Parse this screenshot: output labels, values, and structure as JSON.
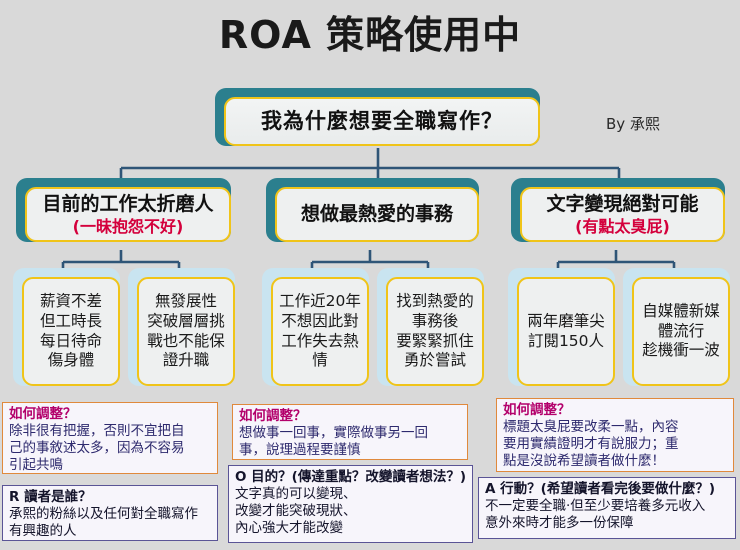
{
  "page": {
    "title": "ROA 策略使用中",
    "byline": "By 承熙",
    "background_color": "#d9d9d9",
    "accent_gold": "#f0c419",
    "accent_teal": "#2b7f8e",
    "accent_lightblue": "#c9e4f0",
    "connector_color": "#2f5577"
  },
  "root": {
    "text": "我為什麼想要全職寫作？"
  },
  "branches": [
    {
      "title": "目前的工作太折磨人",
      "subtitle": "(一昧抱怨不好)"
    },
    {
      "title": "想做最熱愛的事務",
      "subtitle": ""
    },
    {
      "title": "文字變現絕對可能",
      "subtitle": "(有點太臭屁)"
    }
  ],
  "leaves": [
    {
      "text": "薪資不差\n但工時長\n每日待命\n傷身體"
    },
    {
      "text": "無發展性\n突破層層挑\n戰也不能保\n證升職"
    },
    {
      "text": "工作近20年\n不想因此對\n工作失去熱\n情"
    },
    {
      "text": "找到熱愛的\n事務後\n要緊緊抓住\n勇於嘗試"
    },
    {
      "text": "兩年磨筆尖\n訂閱150人"
    },
    {
      "text": "自媒體新媒\n體流行\n趁機衝一波"
    }
  ],
  "notes": [
    {
      "heading": "如何調整？",
      "body": "除非很有把握，否則不宜把自\n己的事敘述太多，因為不容易\n引起共鳴"
    },
    {
      "heading": "如何調整？",
      "body": "想做事一回事，實際做事另一回\n事，說理過程要謹慎"
    },
    {
      "heading": "如何調整？",
      "body": "標題太臭屁要改柔一點，內容\n要用實績證明才有說服力；重\n點是沒說希望讀者做什麼！"
    }
  ],
  "roa": [
    {
      "heading": "R 讀者是誰？",
      "body": "承熙的粉絲以及任何對全職寫作\n有興趣的人"
    },
    {
      "heading": "O 目的？(傳達重點？改變讀者想法？)",
      "body": "文字真的可以變現、\n改變才能突破現狀、\n內心強大才能改變"
    },
    {
      "heading": "A 行動？(希望讀者看完後要做什麼？)",
      "body": "不一定要全職‧但至少要培養多元收入\n意外來時才能多一份保障"
    }
  ]
}
